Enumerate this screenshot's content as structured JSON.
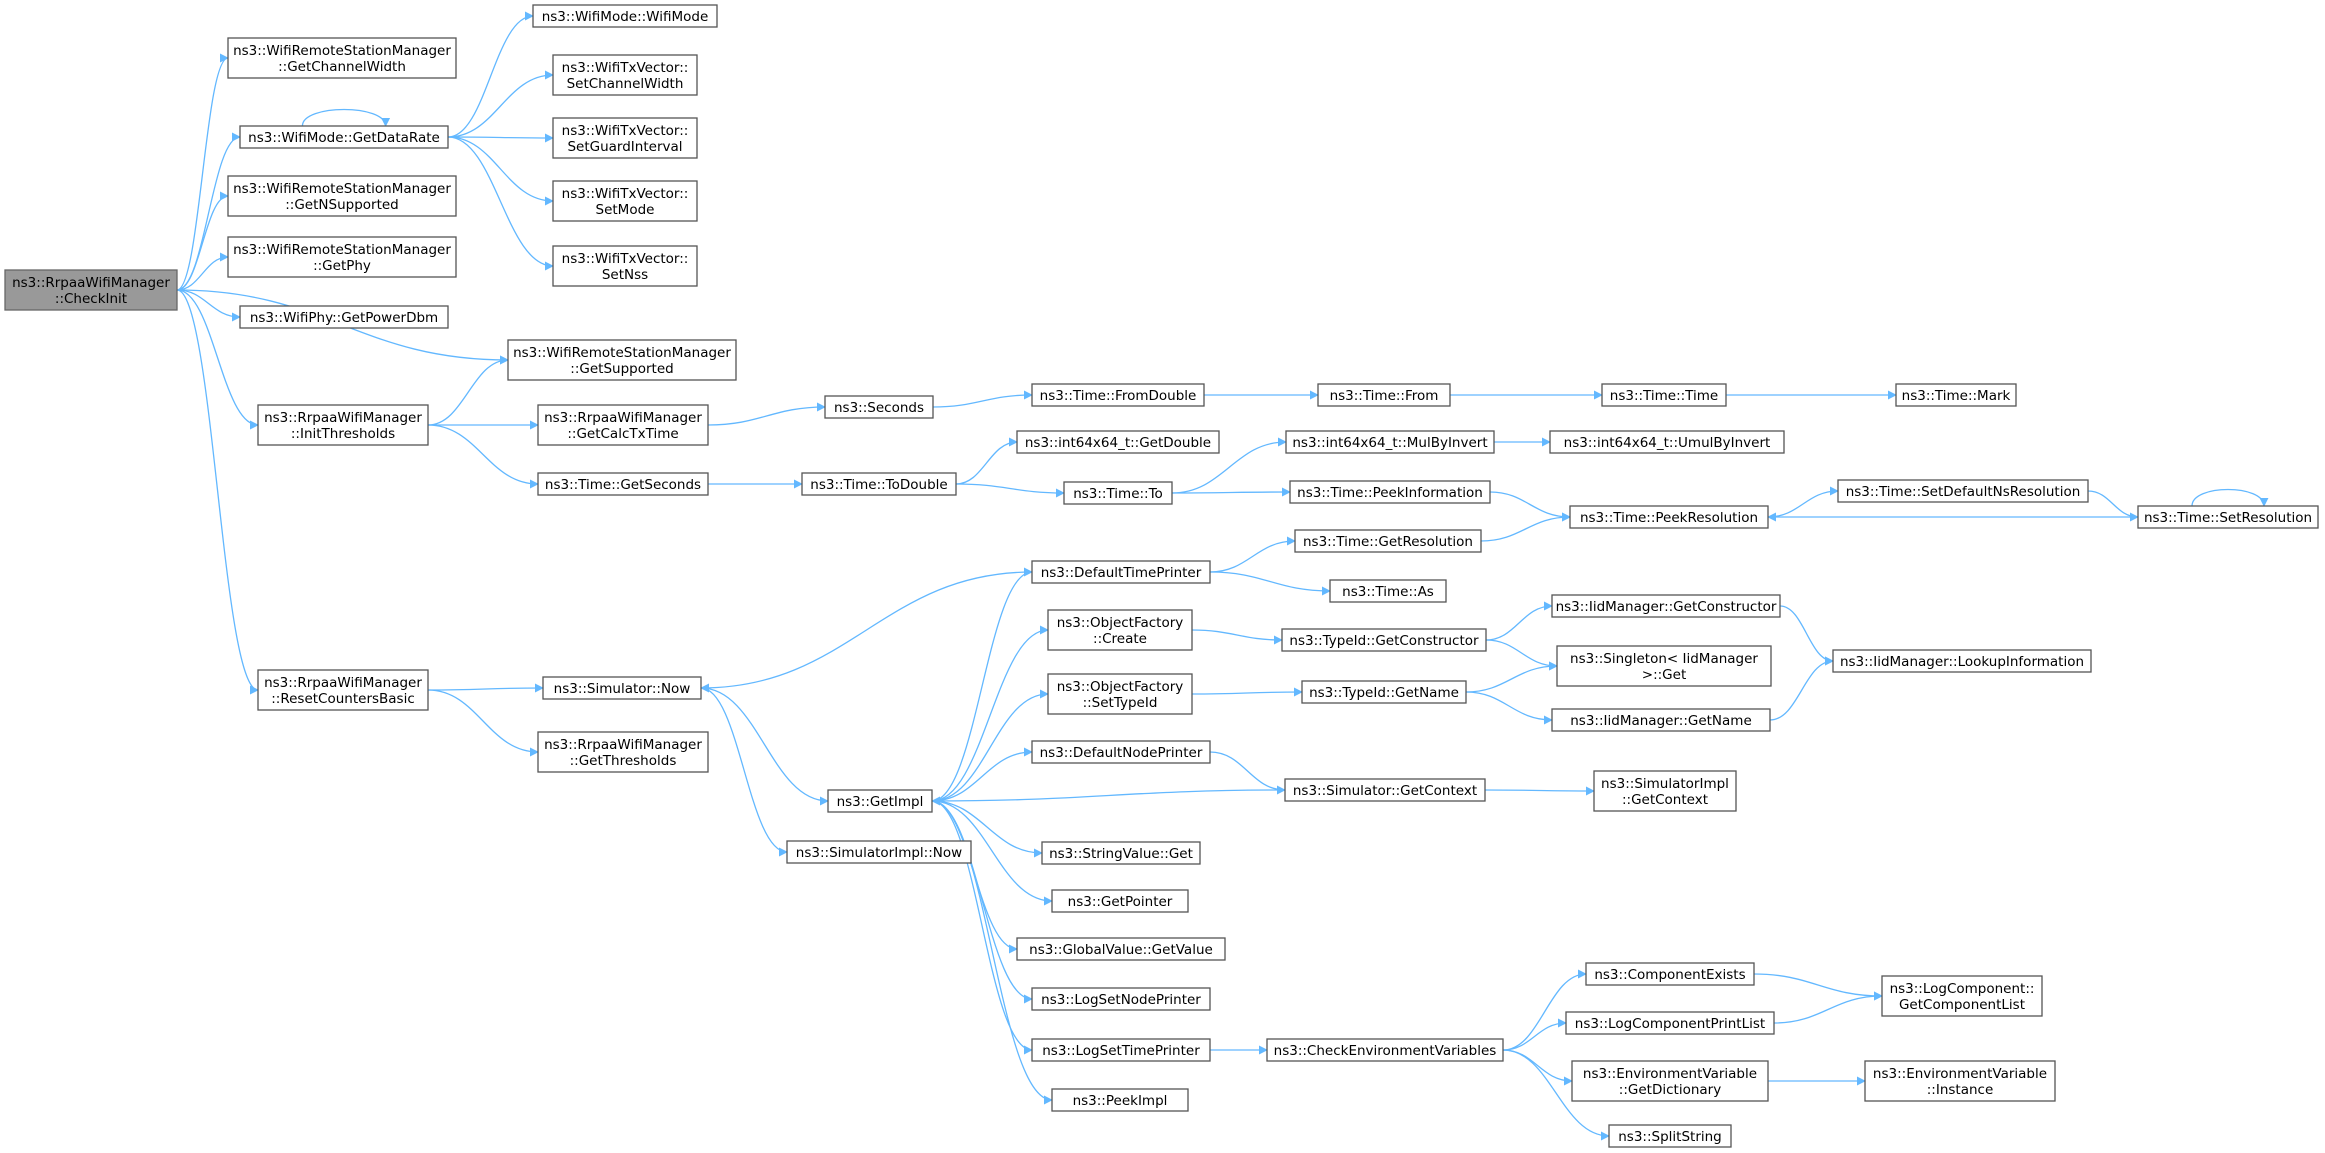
{
  "graph": {
    "colors": {
      "edge": "#63b8ff",
      "node_border": "#555555",
      "root_fill": "#999999",
      "node_fill": "#ffffff"
    },
    "root": "CheckInit",
    "nodes": [
      {
        "id": "CheckInit",
        "lines": [
          "ns3::RrpaaWifiManager",
          "::CheckInit"
        ]
      },
      {
        "id": "GetChannelWidth",
        "lines": [
          "ns3::WifiRemoteStationManager",
          "::GetChannelWidth"
        ]
      },
      {
        "id": "GetDataRate",
        "lines": [
          "ns3::WifiMode::GetDataRate"
        ]
      },
      {
        "id": "GetNSupported",
        "lines": [
          "ns3::WifiRemoteStationManager",
          "::GetNSupported"
        ]
      },
      {
        "id": "GetPhy",
        "lines": [
          "ns3::WifiRemoteStationManager",
          "::GetPhy"
        ]
      },
      {
        "id": "GetPowerDbm",
        "lines": [
          "ns3::WifiPhy::GetPowerDbm"
        ]
      },
      {
        "id": "GetSupported",
        "lines": [
          "ns3::WifiRemoteStationManager",
          "::GetSupported"
        ]
      },
      {
        "id": "InitThresholds",
        "lines": [
          "ns3::RrpaaWifiManager",
          "::InitThresholds"
        ]
      },
      {
        "id": "ResetCountersBasic",
        "lines": [
          "ns3::RrpaaWifiManager",
          "::ResetCountersBasic"
        ]
      },
      {
        "id": "WifiMode",
        "lines": [
          "ns3::WifiMode::WifiMode"
        ]
      },
      {
        "id": "SetChannelWidth",
        "lines": [
          "ns3::WifiTxVector::",
          "SetChannelWidth"
        ]
      },
      {
        "id": "SetGuardInterval",
        "lines": [
          "ns3::WifiTxVector::",
          "SetGuardInterval"
        ]
      },
      {
        "id": "SetMode",
        "lines": [
          "ns3::WifiTxVector::",
          "SetMode"
        ]
      },
      {
        "id": "SetNss",
        "lines": [
          "ns3::WifiTxVector::",
          "SetNss"
        ]
      },
      {
        "id": "GetCalcTxTime",
        "lines": [
          "ns3::RrpaaWifiManager",
          "::GetCalcTxTime"
        ]
      },
      {
        "id": "TimeGetSeconds",
        "lines": [
          "ns3::Time::GetSeconds"
        ]
      },
      {
        "id": "Seconds",
        "lines": [
          "ns3::Seconds"
        ]
      },
      {
        "id": "ToDouble",
        "lines": [
          "ns3::Time::ToDouble"
        ]
      },
      {
        "id": "FromDouble",
        "lines": [
          "ns3::Time::FromDouble"
        ]
      },
      {
        "id": "I64GetDouble",
        "lines": [
          "ns3::int64x64_t::GetDouble"
        ]
      },
      {
        "id": "TimeTo",
        "lines": [
          "ns3::Time::To"
        ]
      },
      {
        "id": "TimeFrom",
        "lines": [
          "ns3::Time::From"
        ]
      },
      {
        "id": "MulByInvert",
        "lines": [
          "ns3::int64x64_t::MulByInvert"
        ]
      },
      {
        "id": "PeekInformation",
        "lines": [
          "ns3::Time::PeekInformation"
        ]
      },
      {
        "id": "TimeTime",
        "lines": [
          "ns3::Time::Time"
        ]
      },
      {
        "id": "UmulByInvert",
        "lines": [
          "ns3::int64x64_t::UmulByInvert"
        ]
      },
      {
        "id": "PeekResolution",
        "lines": [
          "ns3::Time::PeekResolution"
        ]
      },
      {
        "id": "TimeMark",
        "lines": [
          "ns3::Time::Mark"
        ]
      },
      {
        "id": "SetDefaultNsResolution",
        "lines": [
          "ns3::Time::SetDefaultNsResolution"
        ]
      },
      {
        "id": "SetResolution",
        "lines": [
          "ns3::Time::SetResolution"
        ]
      },
      {
        "id": "SimulatorNow",
        "lines": [
          "ns3::Simulator::Now"
        ]
      },
      {
        "id": "GetThresholds",
        "lines": [
          "ns3::RrpaaWifiManager",
          "::GetThresholds"
        ]
      },
      {
        "id": "GetImpl",
        "lines": [
          "ns3::GetImpl"
        ]
      },
      {
        "id": "SimulatorImplNow",
        "lines": [
          "ns3::SimulatorImpl::Now"
        ]
      },
      {
        "id": "DefaultTimePrinter",
        "lines": [
          "ns3::DefaultTimePrinter"
        ]
      },
      {
        "id": "OFCreate",
        "lines": [
          "ns3::ObjectFactory",
          "::Create"
        ]
      },
      {
        "id": "OFSetTypeId",
        "lines": [
          "ns3::ObjectFactory",
          "::SetTypeId"
        ]
      },
      {
        "id": "DefaultNodePrinter",
        "lines": [
          "ns3::DefaultNodePrinter"
        ]
      },
      {
        "id": "StringValueGet",
        "lines": [
          "ns3::StringValue::Get"
        ]
      },
      {
        "id": "GetPointer",
        "lines": [
          "ns3::GetPointer"
        ]
      },
      {
        "id": "GlobalValueGetValue",
        "lines": [
          "ns3::GlobalValue::GetValue"
        ]
      },
      {
        "id": "LogSetNodePrinter",
        "lines": [
          "ns3::LogSetNodePrinter"
        ]
      },
      {
        "id": "LogSetTimePrinter",
        "lines": [
          "ns3::LogSetTimePrinter"
        ]
      },
      {
        "id": "PeekImpl",
        "lines": [
          "ns3::PeekImpl"
        ]
      },
      {
        "id": "GetResolution",
        "lines": [
          "ns3::Time::GetResolution"
        ]
      },
      {
        "id": "TimeAs",
        "lines": [
          "ns3::Time::As"
        ]
      },
      {
        "id": "TypeIdGetConstructor",
        "lines": [
          "ns3::TypeId::GetConstructor"
        ]
      },
      {
        "id": "TypeIdGetName",
        "lines": [
          "ns3::TypeId::GetName"
        ]
      },
      {
        "id": "SimGetContext",
        "lines": [
          "ns3::Simulator::GetContext"
        ]
      },
      {
        "id": "CheckEnvVars",
        "lines": [
          "ns3::CheckEnvironmentVariables"
        ]
      },
      {
        "id": "IidGetConstructor",
        "lines": [
          "ns3::IidManager::GetConstructor"
        ]
      },
      {
        "id": "SingletonGet",
        "lines": [
          "ns3::Singleton< IidManager",
          ">::Get"
        ]
      },
      {
        "id": "IidGetName",
        "lines": [
          "ns3::IidManager::GetName"
        ]
      },
      {
        "id": "SimImplGetContext",
        "lines": [
          "ns3::SimulatorImpl",
          "::GetContext"
        ]
      },
      {
        "id": "ComponentExists",
        "lines": [
          "ns3::ComponentExists"
        ]
      },
      {
        "id": "LogComponentPrintList",
        "lines": [
          "ns3::LogComponentPrintList"
        ]
      },
      {
        "id": "EnvGetDictionary",
        "lines": [
          "ns3::EnvironmentVariable",
          "::GetDictionary"
        ]
      },
      {
        "id": "SplitString",
        "lines": [
          "ns3::SplitString"
        ]
      },
      {
        "id": "LookupInformation",
        "lines": [
          "ns3::IidManager::LookupInformation"
        ]
      },
      {
        "id": "GetComponentList",
        "lines": [
          "ns3::LogComponent::",
          "GetComponentList"
        ]
      },
      {
        "id": "EnvInstance",
        "lines": [
          "ns3::EnvironmentVariable",
          "::Instance"
        ]
      }
    ],
    "edges": [
      [
        "CheckInit",
        "GetChannelWidth"
      ],
      [
        "CheckInit",
        "GetDataRate"
      ],
      [
        "CheckInit",
        "GetNSupported"
      ],
      [
        "CheckInit",
        "GetPhy"
      ],
      [
        "CheckInit",
        "GetPowerDbm"
      ],
      [
        "CheckInit",
        "GetSupported"
      ],
      [
        "CheckInit",
        "InitThresholds"
      ],
      [
        "CheckInit",
        "ResetCountersBasic"
      ],
      [
        "GetDataRate",
        "GetDataRate"
      ],
      [
        "GetDataRate",
        "WifiMode"
      ],
      [
        "GetDataRate",
        "SetChannelWidth"
      ],
      [
        "GetDataRate",
        "SetGuardInterval"
      ],
      [
        "GetDataRate",
        "SetMode"
      ],
      [
        "GetDataRate",
        "SetNss"
      ],
      [
        "InitThresholds",
        "GetSupported"
      ],
      [
        "InitThresholds",
        "GetCalcTxTime"
      ],
      [
        "InitThresholds",
        "TimeGetSeconds"
      ],
      [
        "GetCalcTxTime",
        "Seconds"
      ],
      [
        "Seconds",
        "FromDouble"
      ],
      [
        "FromDouble",
        "TimeFrom"
      ],
      [
        "TimeFrom",
        "TimeTime"
      ],
      [
        "TimeTime",
        "TimeMark"
      ],
      [
        "TimeGetSeconds",
        "ToDouble"
      ],
      [
        "ToDouble",
        "I64GetDouble"
      ],
      [
        "ToDouble",
        "TimeTo"
      ],
      [
        "TimeTo",
        "MulByInvert"
      ],
      [
        "TimeTo",
        "PeekInformation"
      ],
      [
        "MulByInvert",
        "UmulByInvert"
      ],
      [
        "PeekInformation",
        "PeekResolution"
      ],
      [
        "PeekResolution",
        "SetDefaultNsResolution"
      ],
      [
        "SetDefaultNsResolution",
        "SetResolution"
      ],
      [
        "SetResolution",
        "PeekResolution"
      ],
      [
        "SetResolution",
        "SetResolution"
      ],
      [
        "ResetCountersBasic",
        "SimulatorNow"
      ],
      [
        "ResetCountersBasic",
        "GetThresholds"
      ],
      [
        "SimulatorNow",
        "GetImpl"
      ],
      [
        "SimulatorNow",
        "SimulatorImplNow"
      ],
      [
        "DefaultTimePrinter",
        "SimulatorNow"
      ],
      [
        "DefaultTimePrinter",
        "GetResolution"
      ],
      [
        "DefaultTimePrinter",
        "TimeAs"
      ],
      [
        "GetResolution",
        "PeekResolution"
      ],
      [
        "GetImpl",
        "DefaultTimePrinter"
      ],
      [
        "GetImpl",
        "OFCreate"
      ],
      [
        "GetImpl",
        "OFSetTypeId"
      ],
      [
        "GetImpl",
        "DefaultNodePrinter"
      ],
      [
        "GetImpl",
        "StringValueGet"
      ],
      [
        "GetImpl",
        "GetPointer"
      ],
      [
        "GetImpl",
        "GlobalValueGetValue"
      ],
      [
        "GetImpl",
        "LogSetNodePrinter"
      ],
      [
        "GetImpl",
        "LogSetTimePrinter"
      ],
      [
        "GetImpl",
        "PeekImpl"
      ],
      [
        "OFCreate",
        "TypeIdGetConstructor"
      ],
      [
        "OFSetTypeId",
        "TypeIdGetName"
      ],
      [
        "TypeIdGetConstructor",
        "IidGetConstructor"
      ],
      [
        "TypeIdGetConstructor",
        "SingletonGet"
      ],
      [
        "TypeIdGetName",
        "SingletonGet"
      ],
      [
        "TypeIdGetName",
        "IidGetName"
      ],
      [
        "IidGetConstructor",
        "LookupInformation"
      ],
      [
        "IidGetName",
        "LookupInformation"
      ],
      [
        "DefaultNodePrinter",
        "SimGetContext"
      ],
      [
        "SimGetContext",
        "GetImpl"
      ],
      [
        "SimGetContext",
        "SimImplGetContext"
      ],
      [
        "LogSetTimePrinter",
        "CheckEnvVars"
      ],
      [
        "CheckEnvVars",
        "ComponentExists"
      ],
      [
        "CheckEnvVars",
        "LogComponentPrintList"
      ],
      [
        "CheckEnvVars",
        "EnvGetDictionary"
      ],
      [
        "CheckEnvVars",
        "SplitString"
      ],
      [
        "ComponentExists",
        "GetComponentList"
      ],
      [
        "LogComponentPrintList",
        "GetComponentList"
      ],
      [
        "EnvGetDictionary",
        "EnvInstance"
      ]
    ]
  }
}
